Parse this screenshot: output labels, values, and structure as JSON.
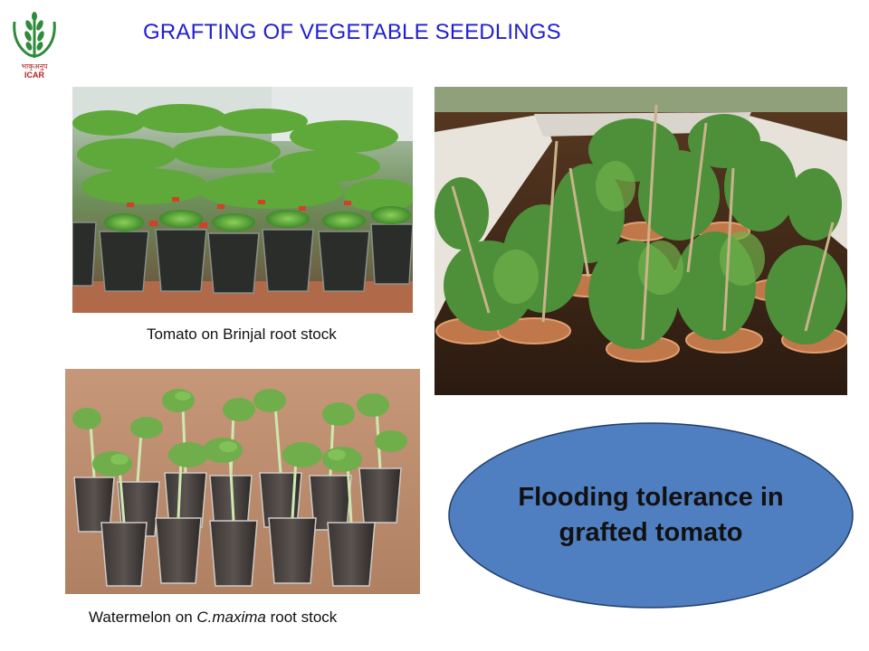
{
  "slide": {
    "title": "GRAFTING OF VEGETABLE SEEDLINGS",
    "logo_text": "ICAR",
    "logo_hindi": "भाकृअनुप",
    "caption_tomato": "Tomato on Brinjal root stock",
    "caption_watermelon": {
      "prefix": "Watermelon on ",
      "species": "C.maxima",
      "suffix": " root stock"
    },
    "callout": {
      "line1": "Flooding tolerance in",
      "line2": "grafted tomato"
    }
  },
  "colors": {
    "title": "#1f1fd0",
    "logo_green": "#2e8b3a",
    "logo_red": "#b22222",
    "oval_fill": "#4f7fc0",
    "oval_stroke": "#1f3d6b"
  },
  "icons": [
    "icar-logo-icon"
  ]
}
